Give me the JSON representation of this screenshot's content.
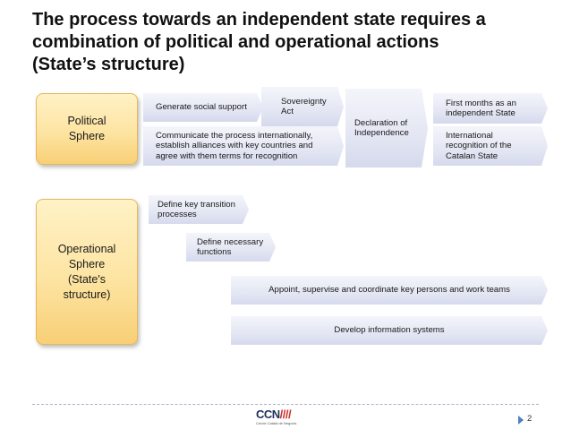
{
  "title": {
    "line1": "The process towards an independent state requires a",
    "line2": "combination of political and operational actions",
    "line3": "(State’s structure)"
  },
  "spheres": {
    "political": "Political\nSphere",
    "operational": "Operational\nSphere\n(State's\nstructure)"
  },
  "political_steps": {
    "generate_support": "Generate social support",
    "sovereignty_act": "Sovereignty\nAct",
    "communicate": "Communicate the process internationally,\nestablish alliances with key countries and\nagree with them terms for recognition",
    "declaration": "Declaration of\nIndependence",
    "first_months": "First months as an\nindependent State",
    "recognition": "International\nrecognition of the\nCatalan State"
  },
  "operational_steps": {
    "transition_processes": "Define key transition\nprocesses",
    "necessary_functions": "Define necessary\nfunctions",
    "appoint": "Appoint, supervise and coordinate key persons and work teams",
    "information_systems": "Develop information systems"
  },
  "footer": {
    "logo_main": "CCN",
    "logo_slashes": "////",
    "logo_sub": "Cercle Català de Negocis",
    "page_number": "2"
  },
  "colors": {
    "sphere_fill": "#fde4a2",
    "sphere_border": "#e6b65a",
    "chevron_fill": "#e3e6f3",
    "accent": "#4f81bd"
  }
}
